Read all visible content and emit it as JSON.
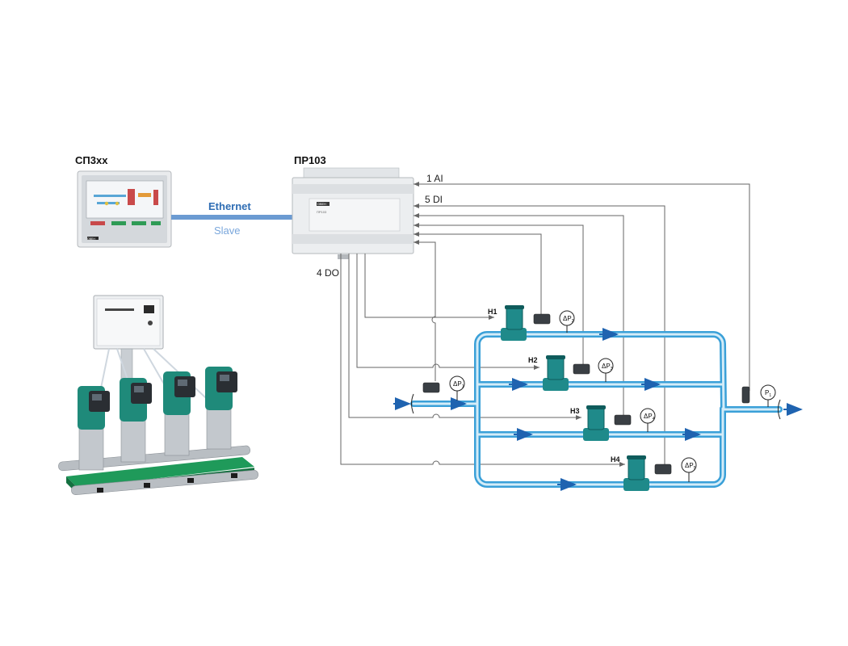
{
  "devices": {
    "panel_name": "СП3хх",
    "controller_name": "ПР103",
    "panel_brand": "ОВЕН",
    "controller_brand": "ОВЕН",
    "controller_model": "ПР103"
  },
  "connection": {
    "protocol": "Ethernet",
    "role": "Slave"
  },
  "signals": {
    "ai": "1 AI",
    "di": "5 DI",
    "do": "4 DO"
  },
  "pumps": [
    {
      "label": "Н1"
    },
    {
      "label": "Н2"
    },
    {
      "label": "Н3"
    },
    {
      "label": "Н4"
    }
  ],
  "sensors": {
    "dp1": {
      "main": "ΔP",
      "sub": "1"
    },
    "dp2": {
      "main": "ΔP",
      "sub": "2"
    },
    "dp3": {
      "main": "ΔP",
      "sub": "3"
    },
    "dp4": {
      "main": "ΔP",
      "sub": "4"
    },
    "dp5": {
      "main": "ΔP",
      "sub": "5"
    },
    "p1": {
      "main": "P",
      "sub": "1"
    }
  },
  "colors": {
    "pipe_outer": "#3aa0d8",
    "pipe_inner": "#d4ecf8",
    "flow_arrow": "#1f63b0",
    "ethernet": "#6b9bd2",
    "ethernet_text": "#2e6db4",
    "slave_text": "#7aa7dc",
    "wire": "#555555",
    "pump_body": "#1f8a8a",
    "pump_dark": "#0f5c5c"
  }
}
